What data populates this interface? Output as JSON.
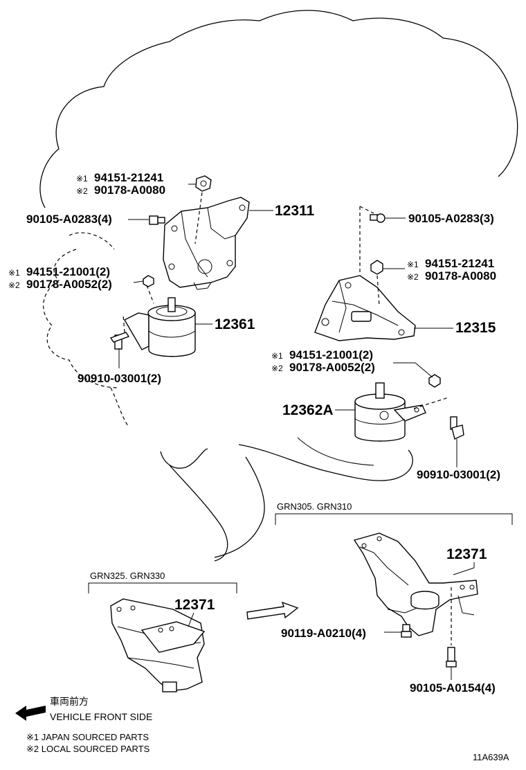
{
  "labels": {
    "nut_left": {
      "m1": "※1",
      "pn1": "94151-21241",
      "m2": "※2",
      "pn2": "90178-A0080"
    },
    "bolt_left": "90105-A0283(4)",
    "bracket_left": "12311",
    "nut2_left": {
      "m1": "※1",
      "pn1": "94151-21001(2)",
      "m2": "※2",
      "pn2": "90178-A0052(2)"
    },
    "insulator_left": "12361",
    "stud_left": "90910-03001(2)",
    "bolt_right": "90105-A0283(3)",
    "nut_right": {
      "m1": "※1",
      "pn1": "94151-21241",
      "m2": "※2",
      "pn2": "90178-A0080"
    },
    "bracket_right": "12315",
    "nut2_right": {
      "m1": "※1",
      "pn1": "94151-21001(2)",
      "m2": "※2",
      "pn2": "90178-A0052(2)"
    },
    "insulator_right": "12362A",
    "stud_right": "90910-03001(2)"
  },
  "variants": {
    "upper": {
      "title": "GRN305. GRN310",
      "part": "12371",
      "bolt1": "90119-A0210(4)",
      "bolt2": "90105-A0154(4)"
    },
    "lower": {
      "title": "GRN325. GRN330",
      "part": "12371"
    }
  },
  "legend": {
    "direction_jp": "車両前方",
    "direction_en": "VEHICLE FRONT SIDE",
    "note1": "※1 JAPAN SOURCED PARTS",
    "note2": "※2 LOCAL SOURCED PARTS"
  },
  "figure_code": "11A639A"
}
